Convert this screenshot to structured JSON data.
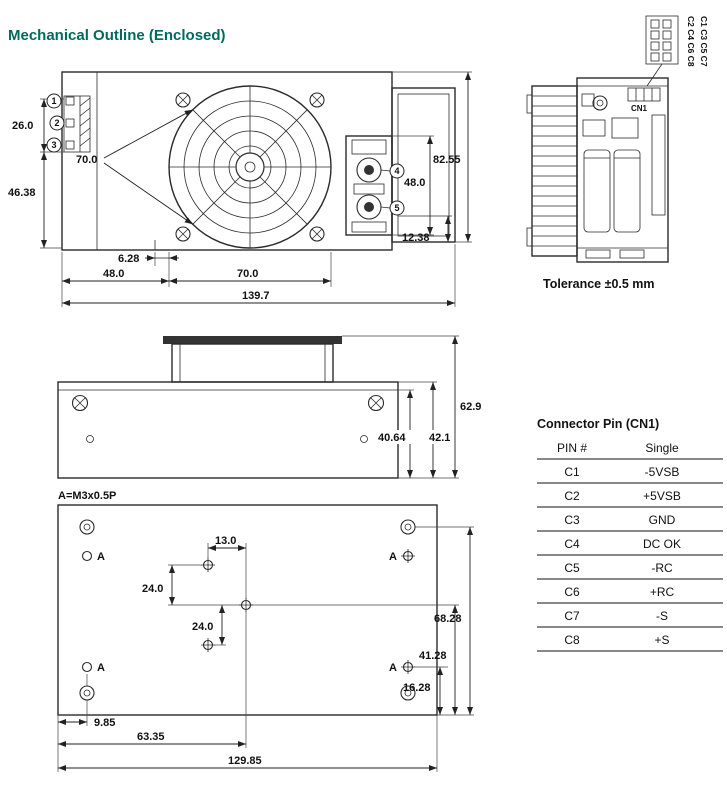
{
  "page": {
    "title": "Mechanical Outline (Enclosed)"
  },
  "colors": {
    "title_accent": "#006A60",
    "line": "#2B2B2B"
  },
  "notes": {
    "tolerance": "Tolerance ±0.5 mm",
    "thread_spec": "A=M3x0.5P"
  },
  "front_view": {
    "dims": {
      "connector_height": "26.0",
      "lower_left_height": "46.38",
      "fan_diameter": "70.0",
      "overall_height": "82.55",
      "terminal_height": "48.0",
      "flange_bottom": "12.38",
      "fan_offset": "6.28",
      "bottom_left_width": "48.0",
      "fan_width": "70.0",
      "overall_width": "139.7"
    },
    "callouts": [
      "1",
      "2",
      "3",
      "4",
      "5"
    ]
  },
  "end_view": {
    "pin_row_even": "C2 C4 C6 C8",
    "pin_row_odd": "C1 C3 C5 C7",
    "connector_label": "CN1"
  },
  "side_elevation": {
    "dims": {
      "overall_height": "62.9",
      "body_height": "42.1",
      "inner_height": "40.64"
    }
  },
  "bottom_view": {
    "hole_label": "A",
    "dims": {
      "hole_offset_x": "13.0",
      "hole_pitch_upper": "24.0",
      "hole_pitch_lower": "24.0",
      "right_span_outer": "68.28",
      "right_span_middle": "41.28",
      "right_span_inner": "16.28",
      "left_hole_offset": "9.85",
      "center_hole_x": "63.35",
      "overall_width": "129.85"
    }
  },
  "connector_table": {
    "title": "Connector Pin (CN1)",
    "headers": {
      "pin": "PIN #",
      "single": "Single"
    },
    "rows": [
      {
        "pin": "C1",
        "value": "-5VSB"
      },
      {
        "pin": "C2",
        "value": "+5VSB"
      },
      {
        "pin": "C3",
        "value": "GND"
      },
      {
        "pin": "C4",
        "value": "DC OK"
      },
      {
        "pin": "C5",
        "value": "-RC"
      },
      {
        "pin": "C6",
        "value": "+RC"
      },
      {
        "pin": "C7",
        "value": "-S"
      },
      {
        "pin": "C8",
        "value": "+S"
      }
    ]
  }
}
